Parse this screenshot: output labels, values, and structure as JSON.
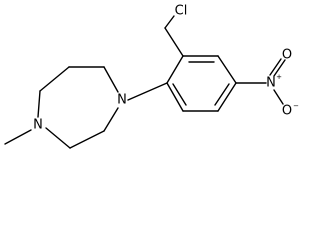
{
  "molecule": {
    "atoms": {
      "chlorine": "Cl",
      "nitro_nitrogen": "N",
      "nitro_oxygen_top": "O",
      "nitro_oxygen_bottom": "O",
      "ring_nitrogen_aryl": "N",
      "ring_nitrogen_methyl": "N"
    },
    "charges": {
      "nitro_nitrogen": "+",
      "nitro_oxygen_bottom": "−"
    }
  }
}
